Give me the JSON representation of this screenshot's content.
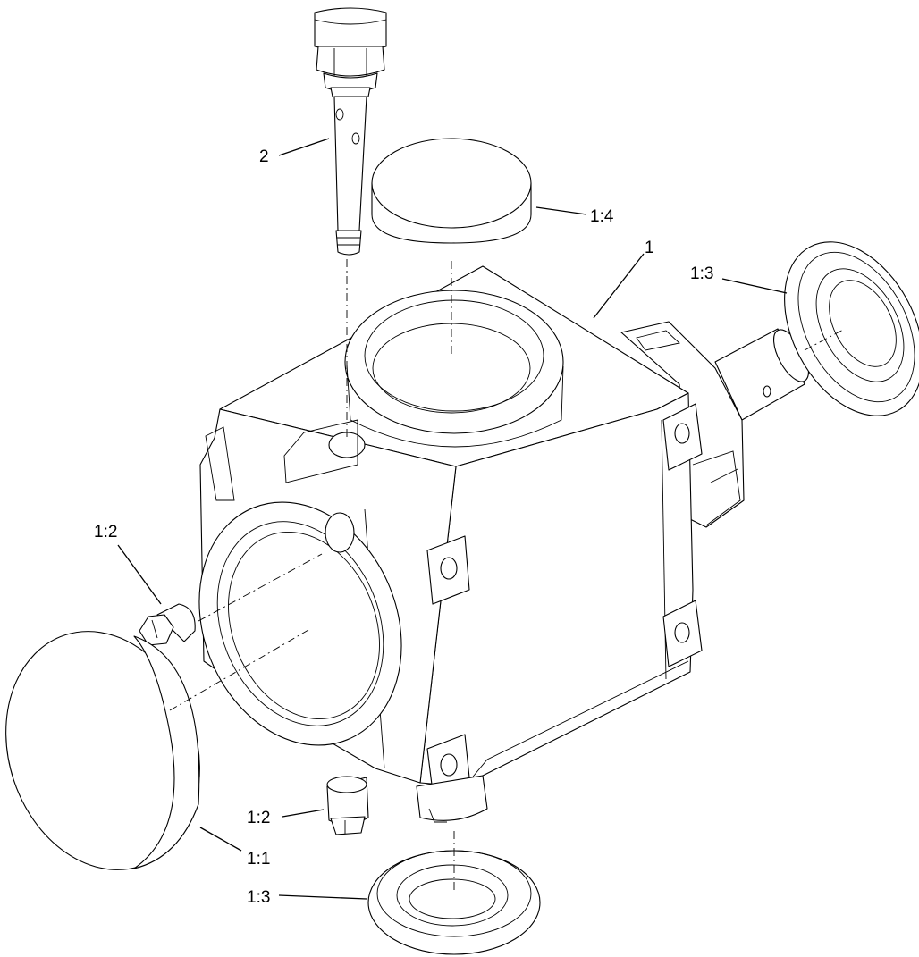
{
  "callouts": {
    "c_2": "2",
    "c_1_4": "1:4",
    "c_1": "1",
    "c_1_3_top": "1:3",
    "c_1_2_left": "1:2",
    "c_1_2_bottom": "1:2",
    "c_1_1": "1:1",
    "c_1_3_bottom": "1:3"
  },
  "colors": {
    "line": "#000000",
    "background": "#ffffff"
  }
}
